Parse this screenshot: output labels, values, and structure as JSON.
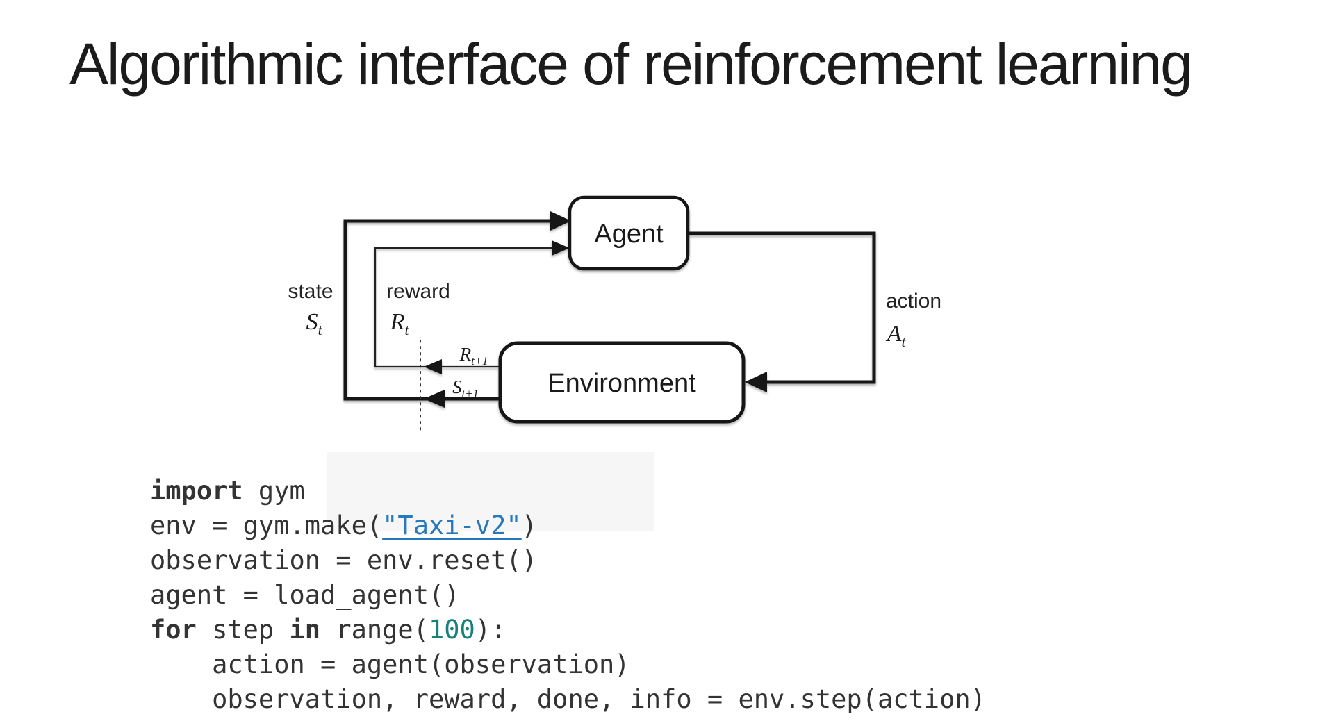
{
  "title": "Algorithmic interface of reinforcement learning",
  "diagram": {
    "agent_label": "Agent",
    "environment_label": "Environment",
    "state_label": "state",
    "state_sym": "S",
    "state_sub": "t",
    "reward_label": "reward",
    "reward_sym": "R",
    "reward_sub": "t",
    "action_label": "action",
    "action_sym": "A",
    "action_sub": "t",
    "reward_next_sym": "R",
    "reward_next_sub": "t+1",
    "state_next_sym": "S",
    "state_next_sub": "t+1"
  },
  "code": {
    "lines": [
      [
        {
          "t": "import",
          "c": "kw"
        },
        {
          "t": " gym",
          "c": "pl"
        }
      ],
      [
        {
          "t": "env = gym.make(",
          "c": "pl"
        },
        {
          "t": "\"Taxi-v2\"",
          "c": "link"
        },
        {
          "t": ")",
          "c": "pl"
        }
      ],
      [
        {
          "t": "observation = env.reset()",
          "c": "pl"
        }
      ],
      [
        {
          "t": "agent = load_agent()",
          "c": "pl"
        }
      ],
      [
        {
          "t": "for",
          "c": "kw"
        },
        {
          "t": " step ",
          "c": "pl"
        },
        {
          "t": "in",
          "c": "kw"
        },
        {
          "t": " range(",
          "c": "pl"
        },
        {
          "t": "100",
          "c": "num"
        },
        {
          "t": "):",
          "c": "pl"
        }
      ],
      [
        {
          "t": "    action = agent(observation)",
          "c": "pl"
        }
      ],
      [
        {
          "t": "    observation, reward, done, info = env.step(action)",
          "c": "pl"
        }
      ]
    ]
  },
  "colors": {
    "code_text": "#333333",
    "link_blue": "#2878be",
    "number_teal": "#178079",
    "diagram_ink": "#141414"
  }
}
